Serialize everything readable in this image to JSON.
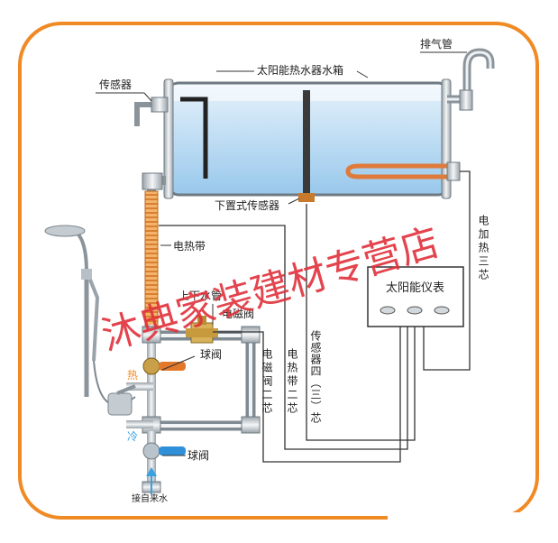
{
  "diagram": {
    "labels": {
      "tank": "太阳能热水器水箱",
      "vent_pipe": "排气管",
      "sensor": "传感器",
      "bottom_sensor": "下置式传感器",
      "heat_tape": "电热带",
      "up_down_pipe": "上下水管",
      "solenoid_valve": "电磁阀",
      "ball_valve_top": "球阀",
      "ball_valve_bottom": "球阀",
      "hot": "热",
      "cold": "冷",
      "water_inlet": "接自来水",
      "controller": "太阳能仪表",
      "wire_solenoid": "电磁阀二芯",
      "wire_heat_tape": "电热带二芯",
      "wire_sensor": "传感器四（三）芯",
      "wire_electric_heat": "电加热三芯"
    },
    "watermark": "沐典家装建材专营店"
  },
  "colors": {
    "frame": "#f08a24",
    "watermark": "#e0303a",
    "water_top": "#cfe6f7",
    "water_bottom": "#9ccbee",
    "wire": "#333333",
    "heat_tape": "#e79a4c",
    "hot_label": "#f08a24",
    "cold_label": "#3aa0e0",
    "valve_orange": "#e2782a",
    "valve_blue": "#2f8fd8",
    "solenoid": "#d8b25a"
  }
}
